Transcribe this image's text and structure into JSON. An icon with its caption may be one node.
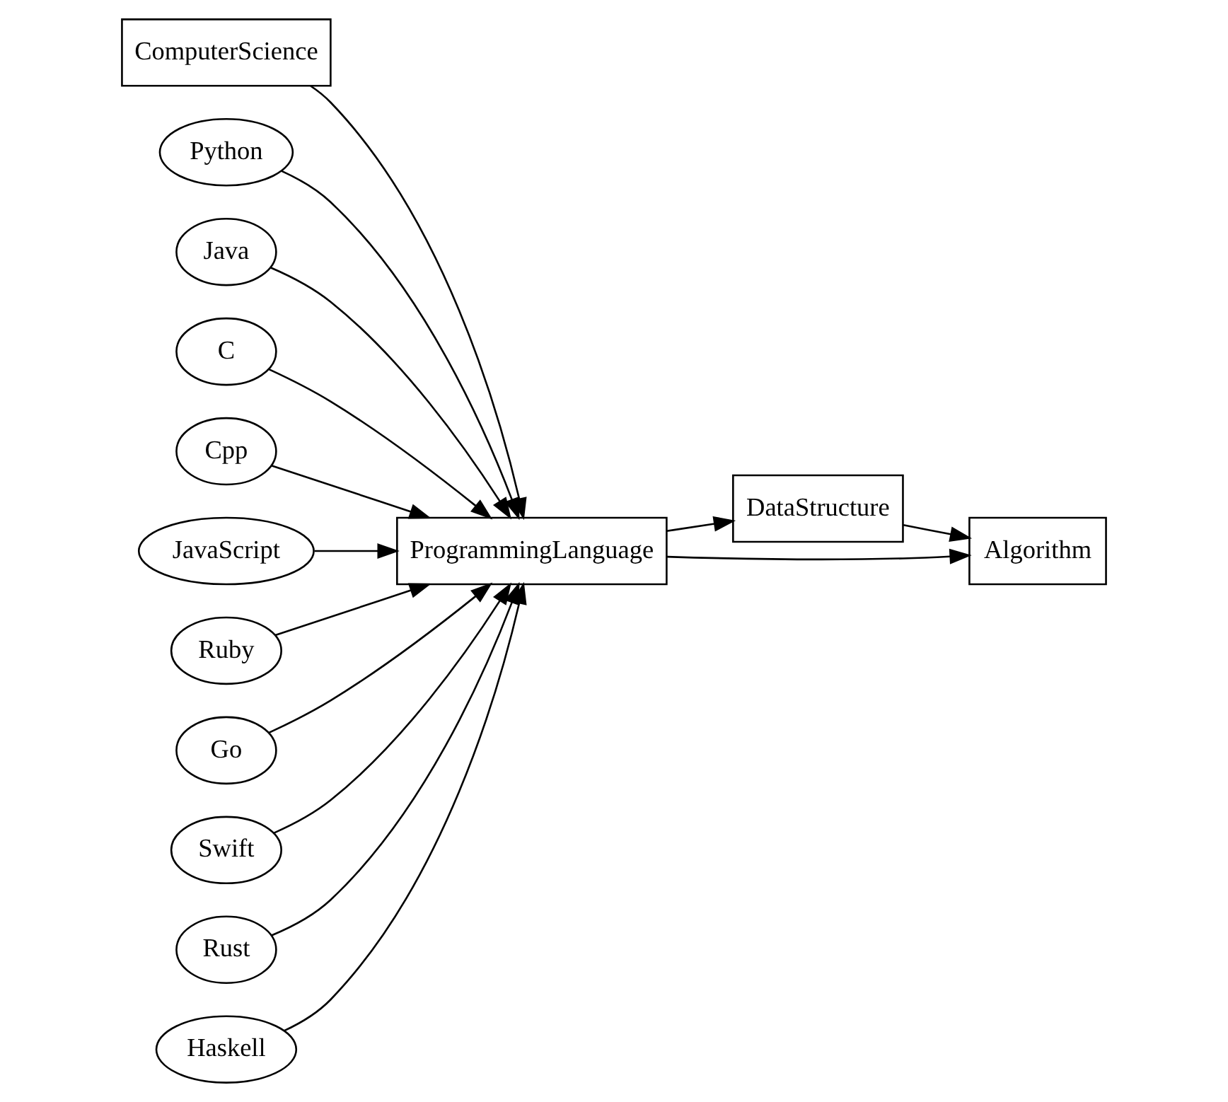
{
  "diagram": {
    "nodes": [
      {
        "text": [
          "ComputerScience"
        ]
      },
      {
        "text": [
          "Python"
        ]
      },
      {
        "text": [
          "Java"
        ]
      },
      {
        "text": [
          "C"
        ]
      },
      {
        "text": [
          "Cpp"
        ]
      },
      {
        "text": [
          "JavaScript"
        ]
      },
      {
        "text": [
          "Ruby"
        ]
      },
      {
        "text": [
          "Go"
        ]
      },
      {
        "text": [
          "Swift"
        ]
      },
      {
        "text": [
          "Rust"
        ]
      },
      {
        "text": [
          "Haskell"
        ]
      },
      {
        "text": [
          "ProgrammingLanguage"
        ]
      },
      {
        "text": [
          "DataStructure"
        ]
      },
      {
        "text": [
          "Algorithm"
        ]
      }
    ],
    "edges": [
      {
        "from": 0,
        "to": 11,
        "arrow": "to"
      },
      {
        "from": 1,
        "to": 11,
        "arrow": "to"
      },
      {
        "from": 2,
        "to": 11,
        "arrow": "to"
      },
      {
        "from": 3,
        "to": 11,
        "arrow": "to"
      },
      {
        "from": 4,
        "to": 11,
        "arrow": "to"
      },
      {
        "from": 5,
        "to": 11,
        "arrow": "to"
      },
      {
        "from": 6,
        "to": 11,
        "arrow": "to"
      },
      {
        "from": 7,
        "to": 11,
        "arrow": "to"
      },
      {
        "from": 8,
        "to": 11,
        "arrow": "to"
      },
      {
        "from": 9,
        "to": 11,
        "arrow": "to"
      },
      {
        "from": 10,
        "to": 11,
        "arrow": "to"
      },
      {
        "from": 11,
        "to": 12,
        "arrow": "to"
      },
      {
        "from": 11,
        "to": 13,
        "arrow": "to"
      },
      {
        "from": 12,
        "to": 13,
        "arrow": "to"
      }
    ]
  }
}
